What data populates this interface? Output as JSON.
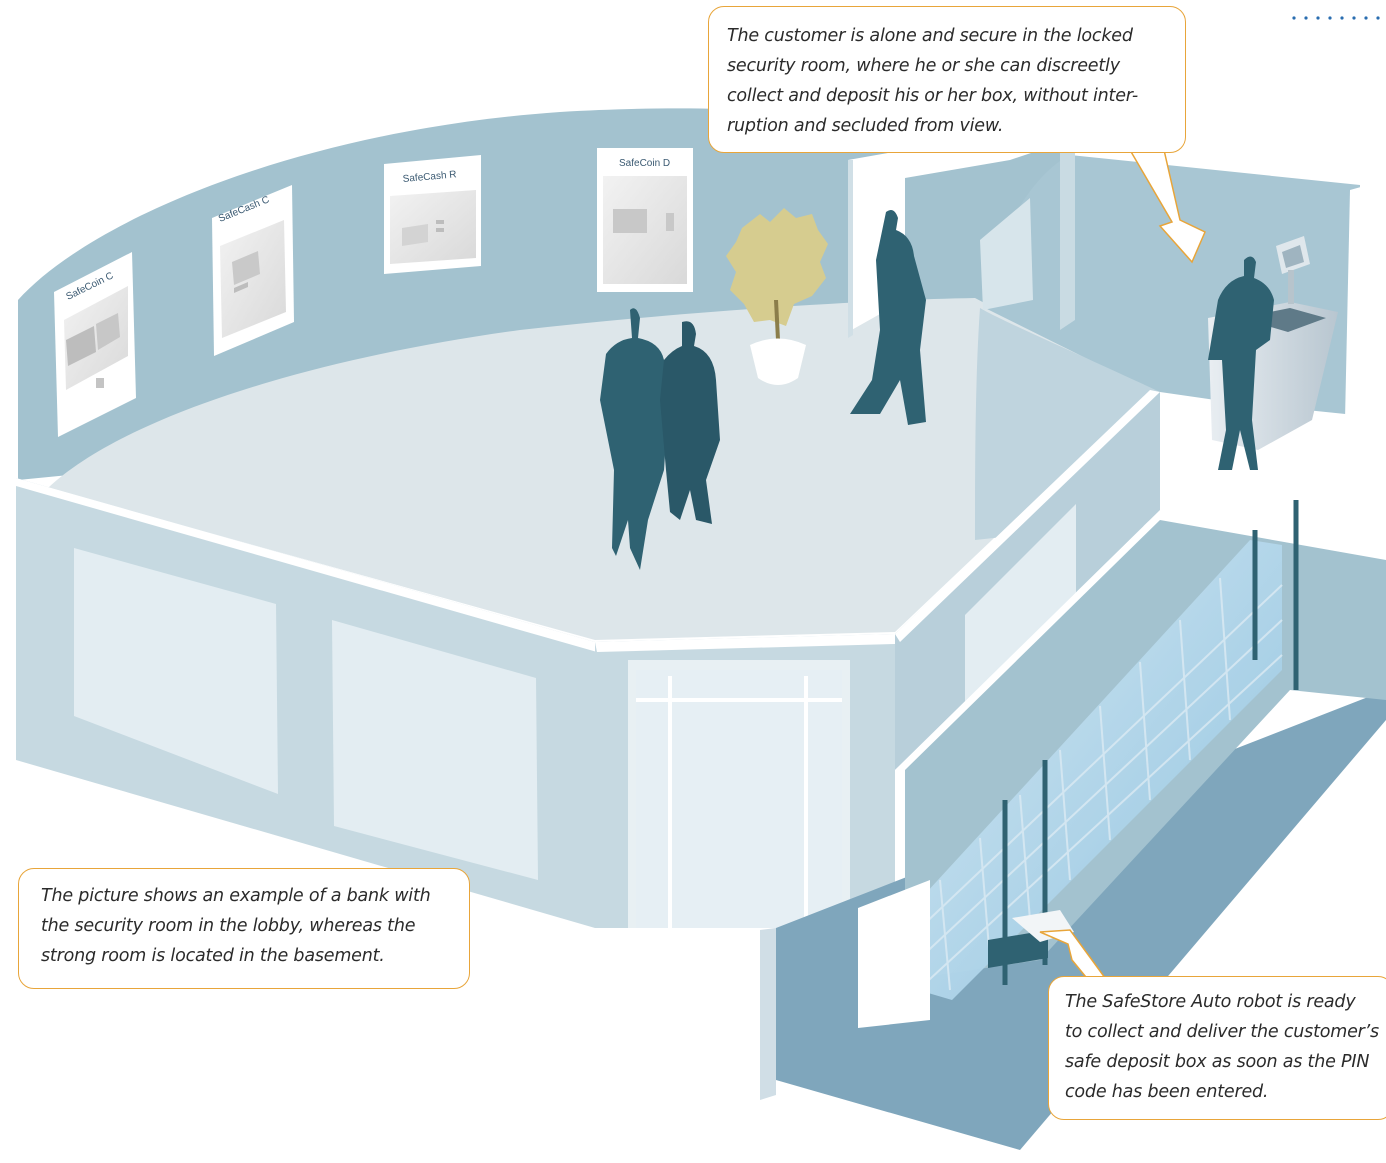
{
  "callouts": {
    "top": {
      "lines": [
        "The customer is alone and secure in the locked",
        "security room, where he or she can discreetly",
        "collect and deposit his or her box, without inter-",
        "ruption and secluded from view."
      ]
    },
    "left": {
      "lines": [
        "The picture shows an example of a bank with",
        "the security room in the lobby, whereas the",
        "strong room is located in the basement."
      ]
    },
    "right": {
      "lines": [
        "The SafeStore Auto robot is ready",
        "to collect and deliver the customer’s",
        "safe deposit box as soon as the PIN",
        "code has been entered."
      ]
    }
  },
  "posters": {
    "p1": "SafeCoin C",
    "p2": "SafeCash C",
    "p3": "SafeCash R",
    "p4": "SafeCoin D"
  },
  "colors": {
    "wall": "#a3c2cf",
    "floor": "#dde6ea",
    "wall_front": "#c6d9e1",
    "figure": "#2f6272",
    "callout_border": "#e8a53a",
    "plant": "#d6cc8f",
    "basement": "#7fa6bc",
    "accent_dots": "#2a6db0"
  }
}
